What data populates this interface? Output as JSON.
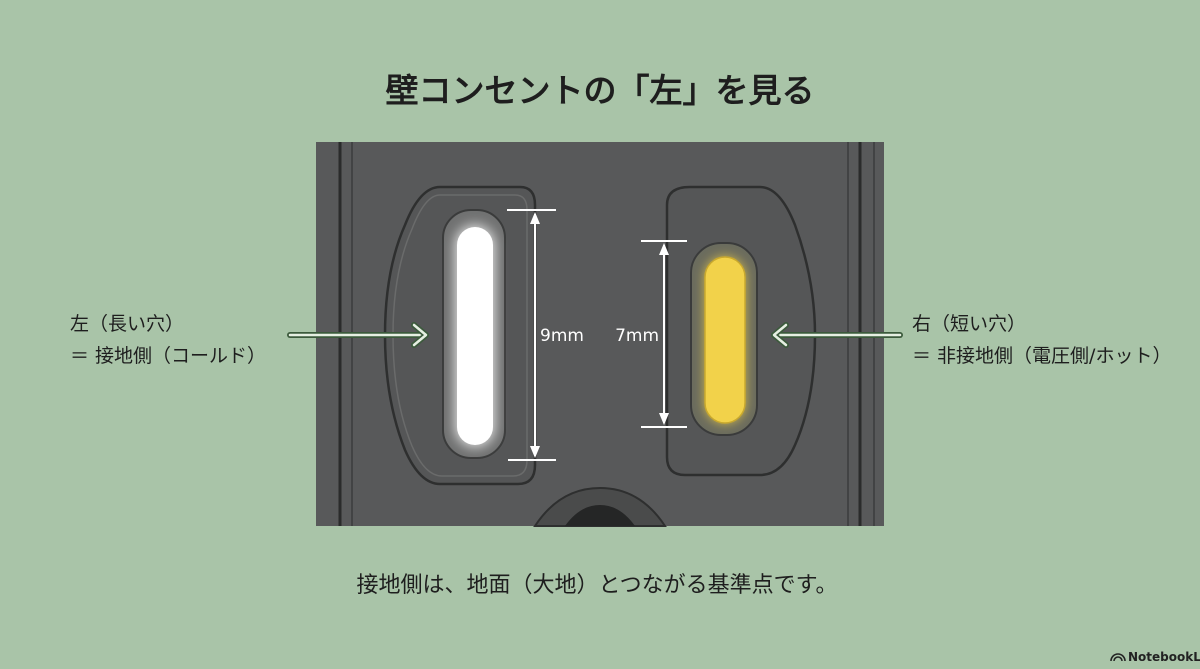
{
  "title": "壁コンセントの「左」を見る",
  "left_label": {
    "line1": "左（長い穴）",
    "line2": "＝ 接地側（コールド）"
  },
  "right_label": {
    "line1": "右（短い穴）",
    "line2": "＝ 非接地側（電圧側/ホット）"
  },
  "left_dimension": "9mm",
  "right_dimension": "7mm",
  "caption": "接地側は、地面（大地）とつながる基準点です。",
  "brand": "NotebookLM",
  "colors": {
    "background": "#a9c4a8",
    "outlet": "#58595a",
    "cold_slot": "#ffffff",
    "hot_slot": "#f2d24a",
    "arrow": "#e6efe2"
  }
}
